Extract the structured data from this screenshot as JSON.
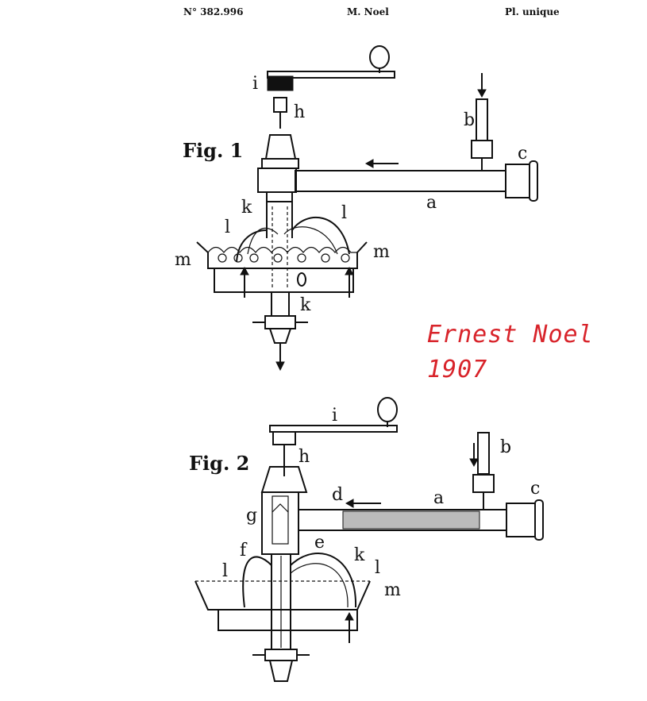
{
  "header": {
    "patent_number": "N° 382.996",
    "inventor": "M. Noel",
    "plate": "Pl. unique"
  },
  "signature": {
    "name": "Ernest Noel",
    "year": "1907",
    "color": "#d8232a"
  },
  "figure1": {
    "title": "Fig. 1",
    "labels": {
      "i": "i",
      "h": "h",
      "b": "b",
      "c": "c",
      "k_top": "k",
      "l_left": "l",
      "l_right": "l",
      "m_left": "m",
      "m_right": "m",
      "a": "a",
      "k_bottom": "k"
    }
  },
  "figure2": {
    "title": "Fig. 2",
    "labels": {
      "i": "i",
      "h": "h",
      "b": "b",
      "c": "c",
      "d": "d",
      "a": "a",
      "g": "g",
      "e": "e",
      "f": "f",
      "k": "k",
      "l_left": "l",
      "l_right": "l",
      "m": "m"
    }
  }
}
